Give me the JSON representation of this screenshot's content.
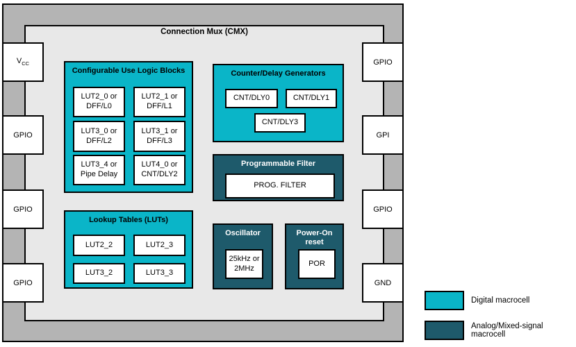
{
  "title": "Connection Mux (CMX)",
  "pins": {
    "left": [
      {
        "base": "V",
        "sub": "CC"
      },
      {
        "label": "GPIO"
      },
      {
        "label": "GPIO"
      },
      {
        "label": "GPIO"
      }
    ],
    "right": [
      {
        "label": "GPIO"
      },
      {
        "label": "GPI"
      },
      {
        "label": "GPIO"
      },
      {
        "label": "GND"
      }
    ]
  },
  "culb": {
    "title": "Configurable Use Logic Blocks",
    "cells": [
      {
        "l1": "LUT2_0 or",
        "l2": "DFF/L0"
      },
      {
        "l1": "LUT2_1 or",
        "l2": "DFF/L1"
      },
      {
        "l1": "LUT3_0 or",
        "l2": "DFF/L2"
      },
      {
        "l1": "LUT3_1 or",
        "l2": "DFF/L3"
      },
      {
        "l1": "LUT3_4 or",
        "l2": "Pipe Delay"
      },
      {
        "l1": "LUT4_0 or",
        "l2": "CNT/DLY2"
      }
    ]
  },
  "cnt": {
    "title": "Counter/Delay Generators",
    "cells": [
      "CNT/DLY0",
      "CNT/DLY1",
      "CNT/DLY3"
    ]
  },
  "filter": {
    "title": "Programmable Filter",
    "cell": "PROG. FILTER"
  },
  "luts": {
    "title": "Lookup Tables (LUTs)",
    "cells": [
      "LUT2_2",
      "LUT2_3",
      "LUT3_2",
      "LUT3_3"
    ]
  },
  "osc": {
    "title": "Oscillator",
    "cell_l1": "25kHz or",
    "cell_l2": "2MHz"
  },
  "por": {
    "title_l1": "Power-On",
    "title_l2": "reset",
    "cell": "POR"
  },
  "legend": {
    "items": [
      {
        "label": "Digital macrocell",
        "type": "digital"
      },
      {
        "label": "Analog/Mixed-signal macrocell",
        "type": "analog"
      }
    ]
  },
  "colors": {
    "digital": "#0ab5c8",
    "analog": "#1e5a6b",
    "chipbody": "#b4b4b4",
    "chipinner": "#e8e8e8"
  }
}
